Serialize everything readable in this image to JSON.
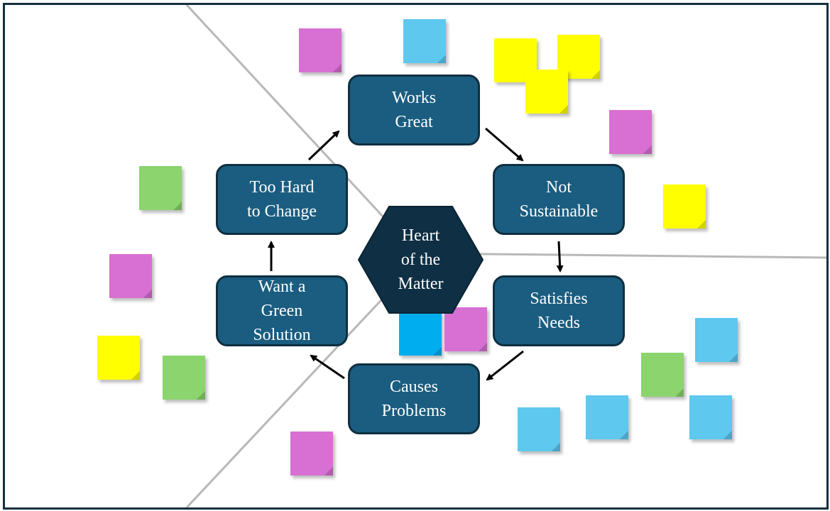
{
  "center": {
    "line1": "Heart",
    "line2": "of the",
    "line3": "Matter"
  },
  "nodes": {
    "works_great": {
      "line1": "Works",
      "line2": "Great"
    },
    "not_sustainable": {
      "line1": "Not",
      "line2": "Sustainable"
    },
    "satisfies_needs": {
      "line1": "Satisfies",
      "line2": "Needs"
    },
    "causes_problems": {
      "line1": "Causes",
      "line2": "Problems"
    },
    "want_green_solution": {
      "line1": "Want a",
      "line2": "Green",
      "line3": "Solution"
    },
    "too_hard_to_change": {
      "line1": "Too Hard",
      "line2": "to Change"
    }
  },
  "colors": {
    "node_fill": "#1a5d80",
    "node_border": "#0f2f40",
    "hexagon_fill": "#0e2f44",
    "sticky_pink": "#d86fd3",
    "sticky_blue": "#5ec8ef",
    "sticky_bright_blue": "#00aeef",
    "sticky_yellow": "#ffff00",
    "sticky_green": "#8bd46e",
    "divider_line": "#b8b8b8",
    "frame_border": "#14303f"
  }
}
